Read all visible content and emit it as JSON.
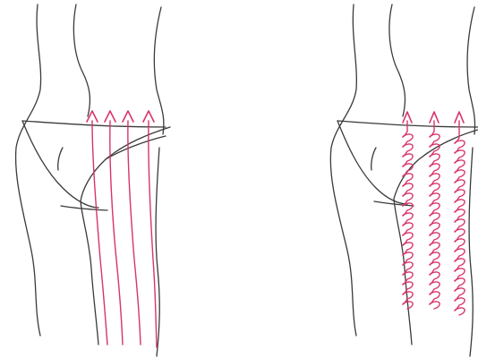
{
  "colors": {
    "outline": "#3a3a3a",
    "stroke": "#d8336b",
    "background": "#ffffff"
  },
  "figures": [
    {
      "name": "figure-straight-strokes",
      "stroke_style": "straight-upward-arrows",
      "stroke_count": 4
    },
    {
      "name": "figure-circular-strokes",
      "stroke_style": "upward-loop-arrows",
      "stroke_count": 3
    }
  ]
}
